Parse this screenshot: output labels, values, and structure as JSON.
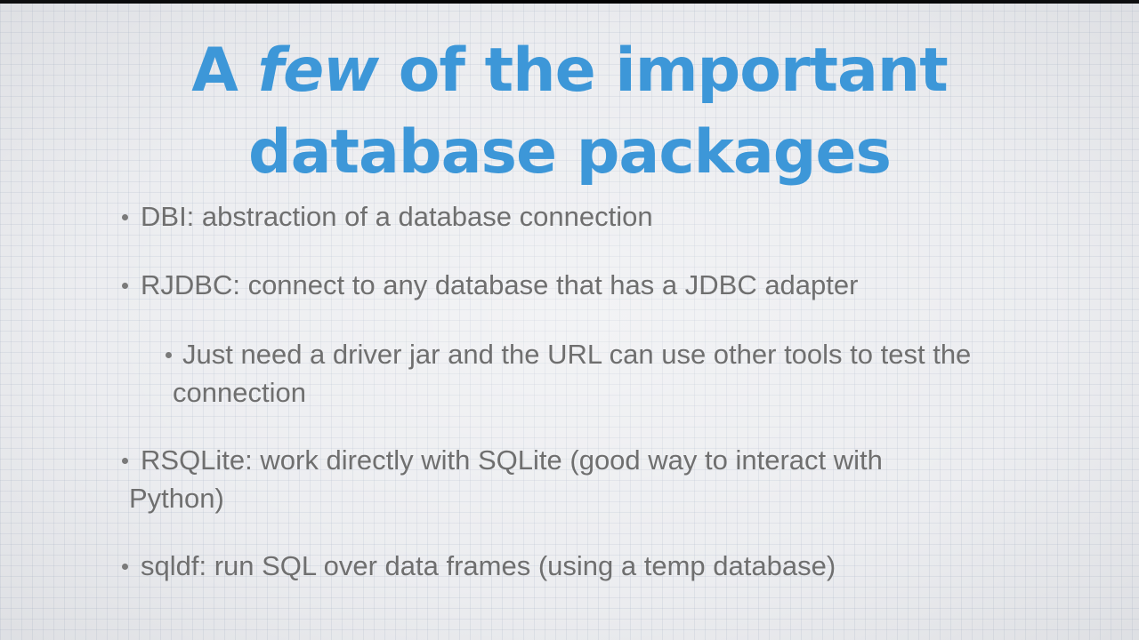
{
  "slide": {
    "title": {
      "pre": "A ",
      "emph": "few",
      "line1_rest": " of the important",
      "line2": "database packages"
    },
    "bullets": [
      {
        "text": "DBI: abstraction of a database connection"
      },
      {
        "text": "RJDBC: connect to any database that has a JDBC adapter"
      },
      {
        "line1": "Just need a driver jar and the URL can use other tools to test the",
        "line2": "connection"
      },
      {
        "line1": "RSQLite: work directly with SQLite (good way to interact with",
        "line2": "Python)"
      },
      {
        "text": "sqldf: run SQL over data frames (using a temp database)"
      }
    ]
  }
}
